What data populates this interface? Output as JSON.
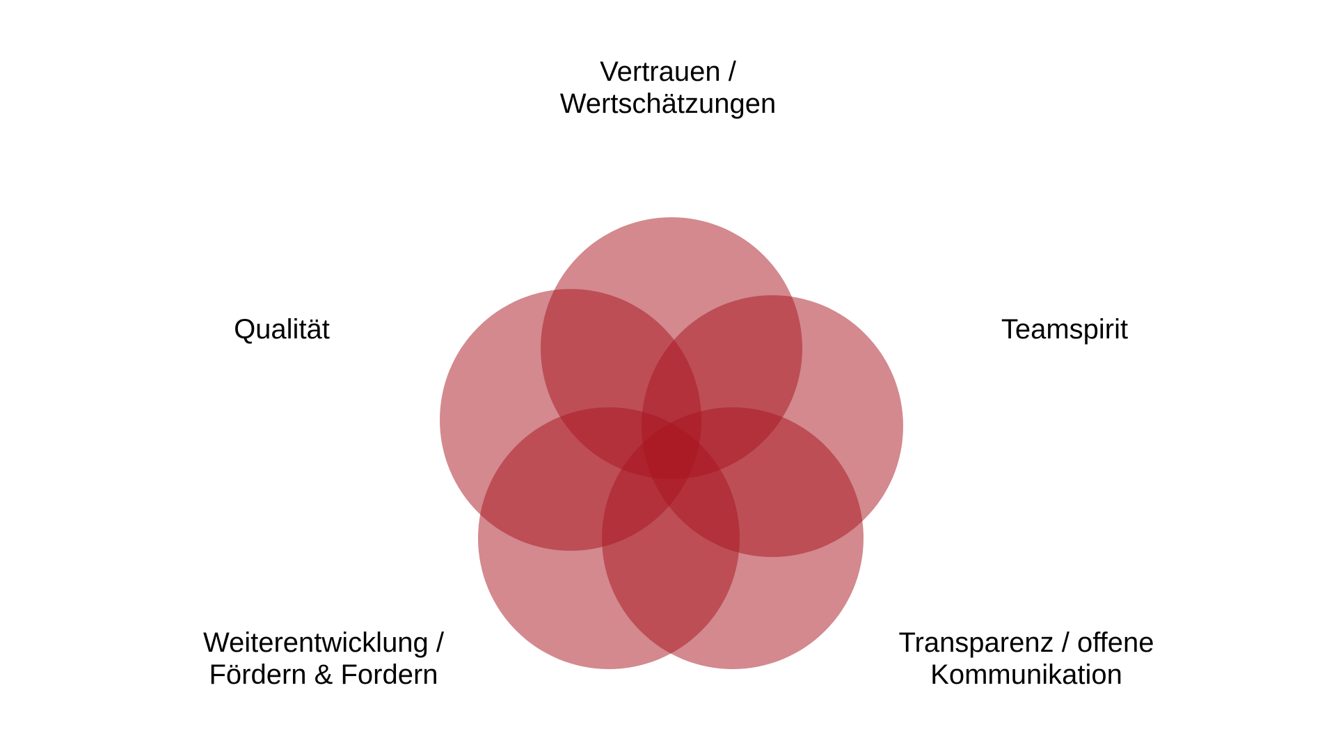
{
  "diagram": {
    "circle_color": "#A8141E",
    "circle_opacity": 0.5,
    "labels": {
      "top": [
        "Vertrauen /",
        "Wertschätzungen"
      ],
      "right": [
        "Teamspirit"
      ],
      "left": [
        "Qualität"
      ],
      "bottom_left": [
        "Weiterentwicklung /",
        "Fördern & Fordern"
      ],
      "bottom_right": [
        "Transparenz / offene",
        "Kommunikation"
      ]
    }
  }
}
